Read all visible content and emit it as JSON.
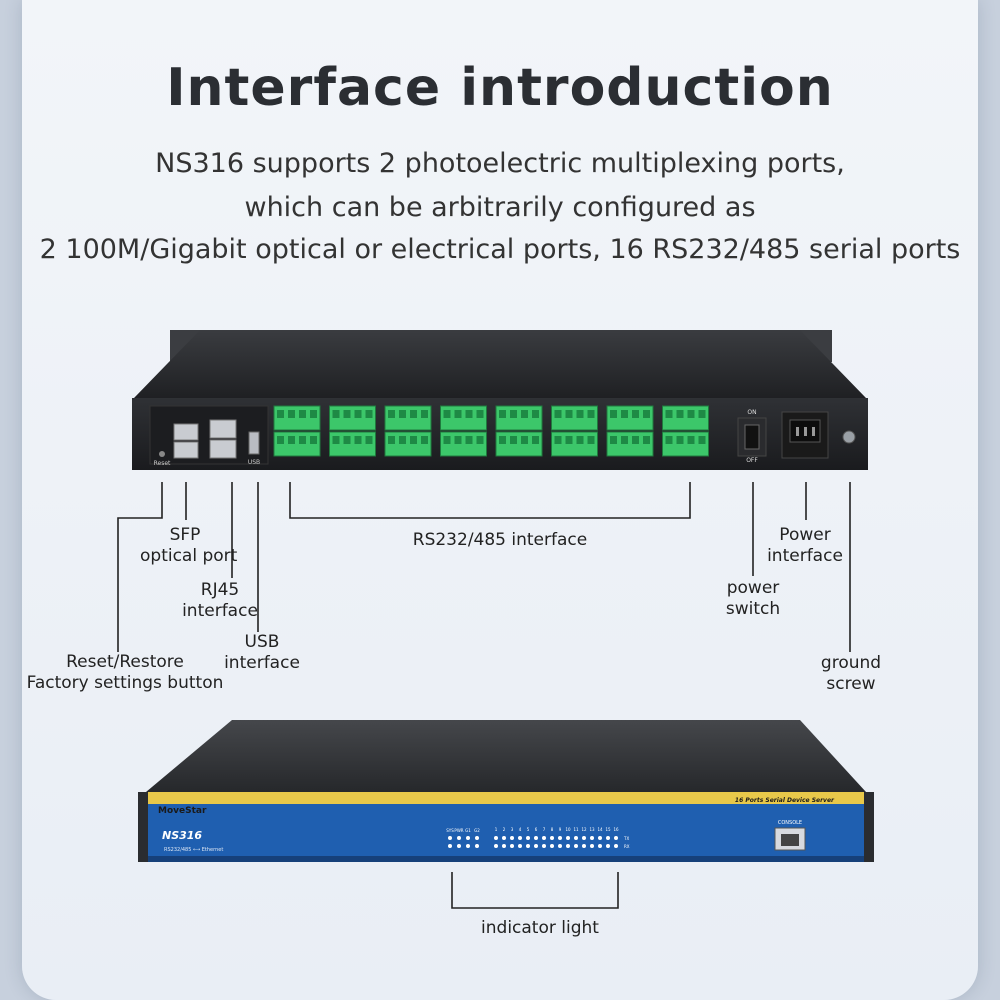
{
  "header": {
    "title": "Interface introduction",
    "subtitle_lines": [
      "NS316 supports 2 photoelectric multiplexing ports,",
      "which can be arbitrarily configured as",
      "2 100M/Gigabit optical or electrical ports, 16 RS232/485 serial ports"
    ]
  },
  "rear_panel": {
    "reset_label": "Reset",
    "usb_label": "USB",
    "switch_on": "ON",
    "switch_off": "OFF",
    "terminal_block_count": 8
  },
  "front_panel": {
    "brand": "MoveStar",
    "model": "NS316",
    "model_sub": "RS232/485 ⟷ Ethernet",
    "product_name": "16 Ports Serial Device Server",
    "console_label": "CONSOLE",
    "led_labels": [
      "SYS",
      "PWR",
      "G1",
      "G2"
    ],
    "port_numbers": [
      "1",
      "2",
      "3",
      "4",
      "5",
      "6",
      "7",
      "8",
      "9",
      "10",
      "11",
      "12",
      "13",
      "14",
      "15",
      "16"
    ],
    "tx_label": "TX",
    "rx_label": "RX"
  },
  "callouts": {
    "sfp": [
      "SFP",
      "optical port"
    ],
    "rj45": [
      "RJ45",
      "interface"
    ],
    "usb": [
      "USB",
      "interface"
    ],
    "reset": [
      "Reset/Restore",
      "Factory settings button"
    ],
    "rs232": "RS232/485 interface",
    "power_interface": [
      "Power",
      "interface"
    ],
    "power_switch": [
      "power",
      "switch"
    ],
    "ground": [
      "ground",
      "screw"
    ],
    "indicator": "indicator light"
  },
  "colors": {
    "terminal_green": "#3cc76a",
    "front_blue": "#1f5fb0",
    "front_stripe": "#e8c84a",
    "chassis": "#2b2d31"
  }
}
